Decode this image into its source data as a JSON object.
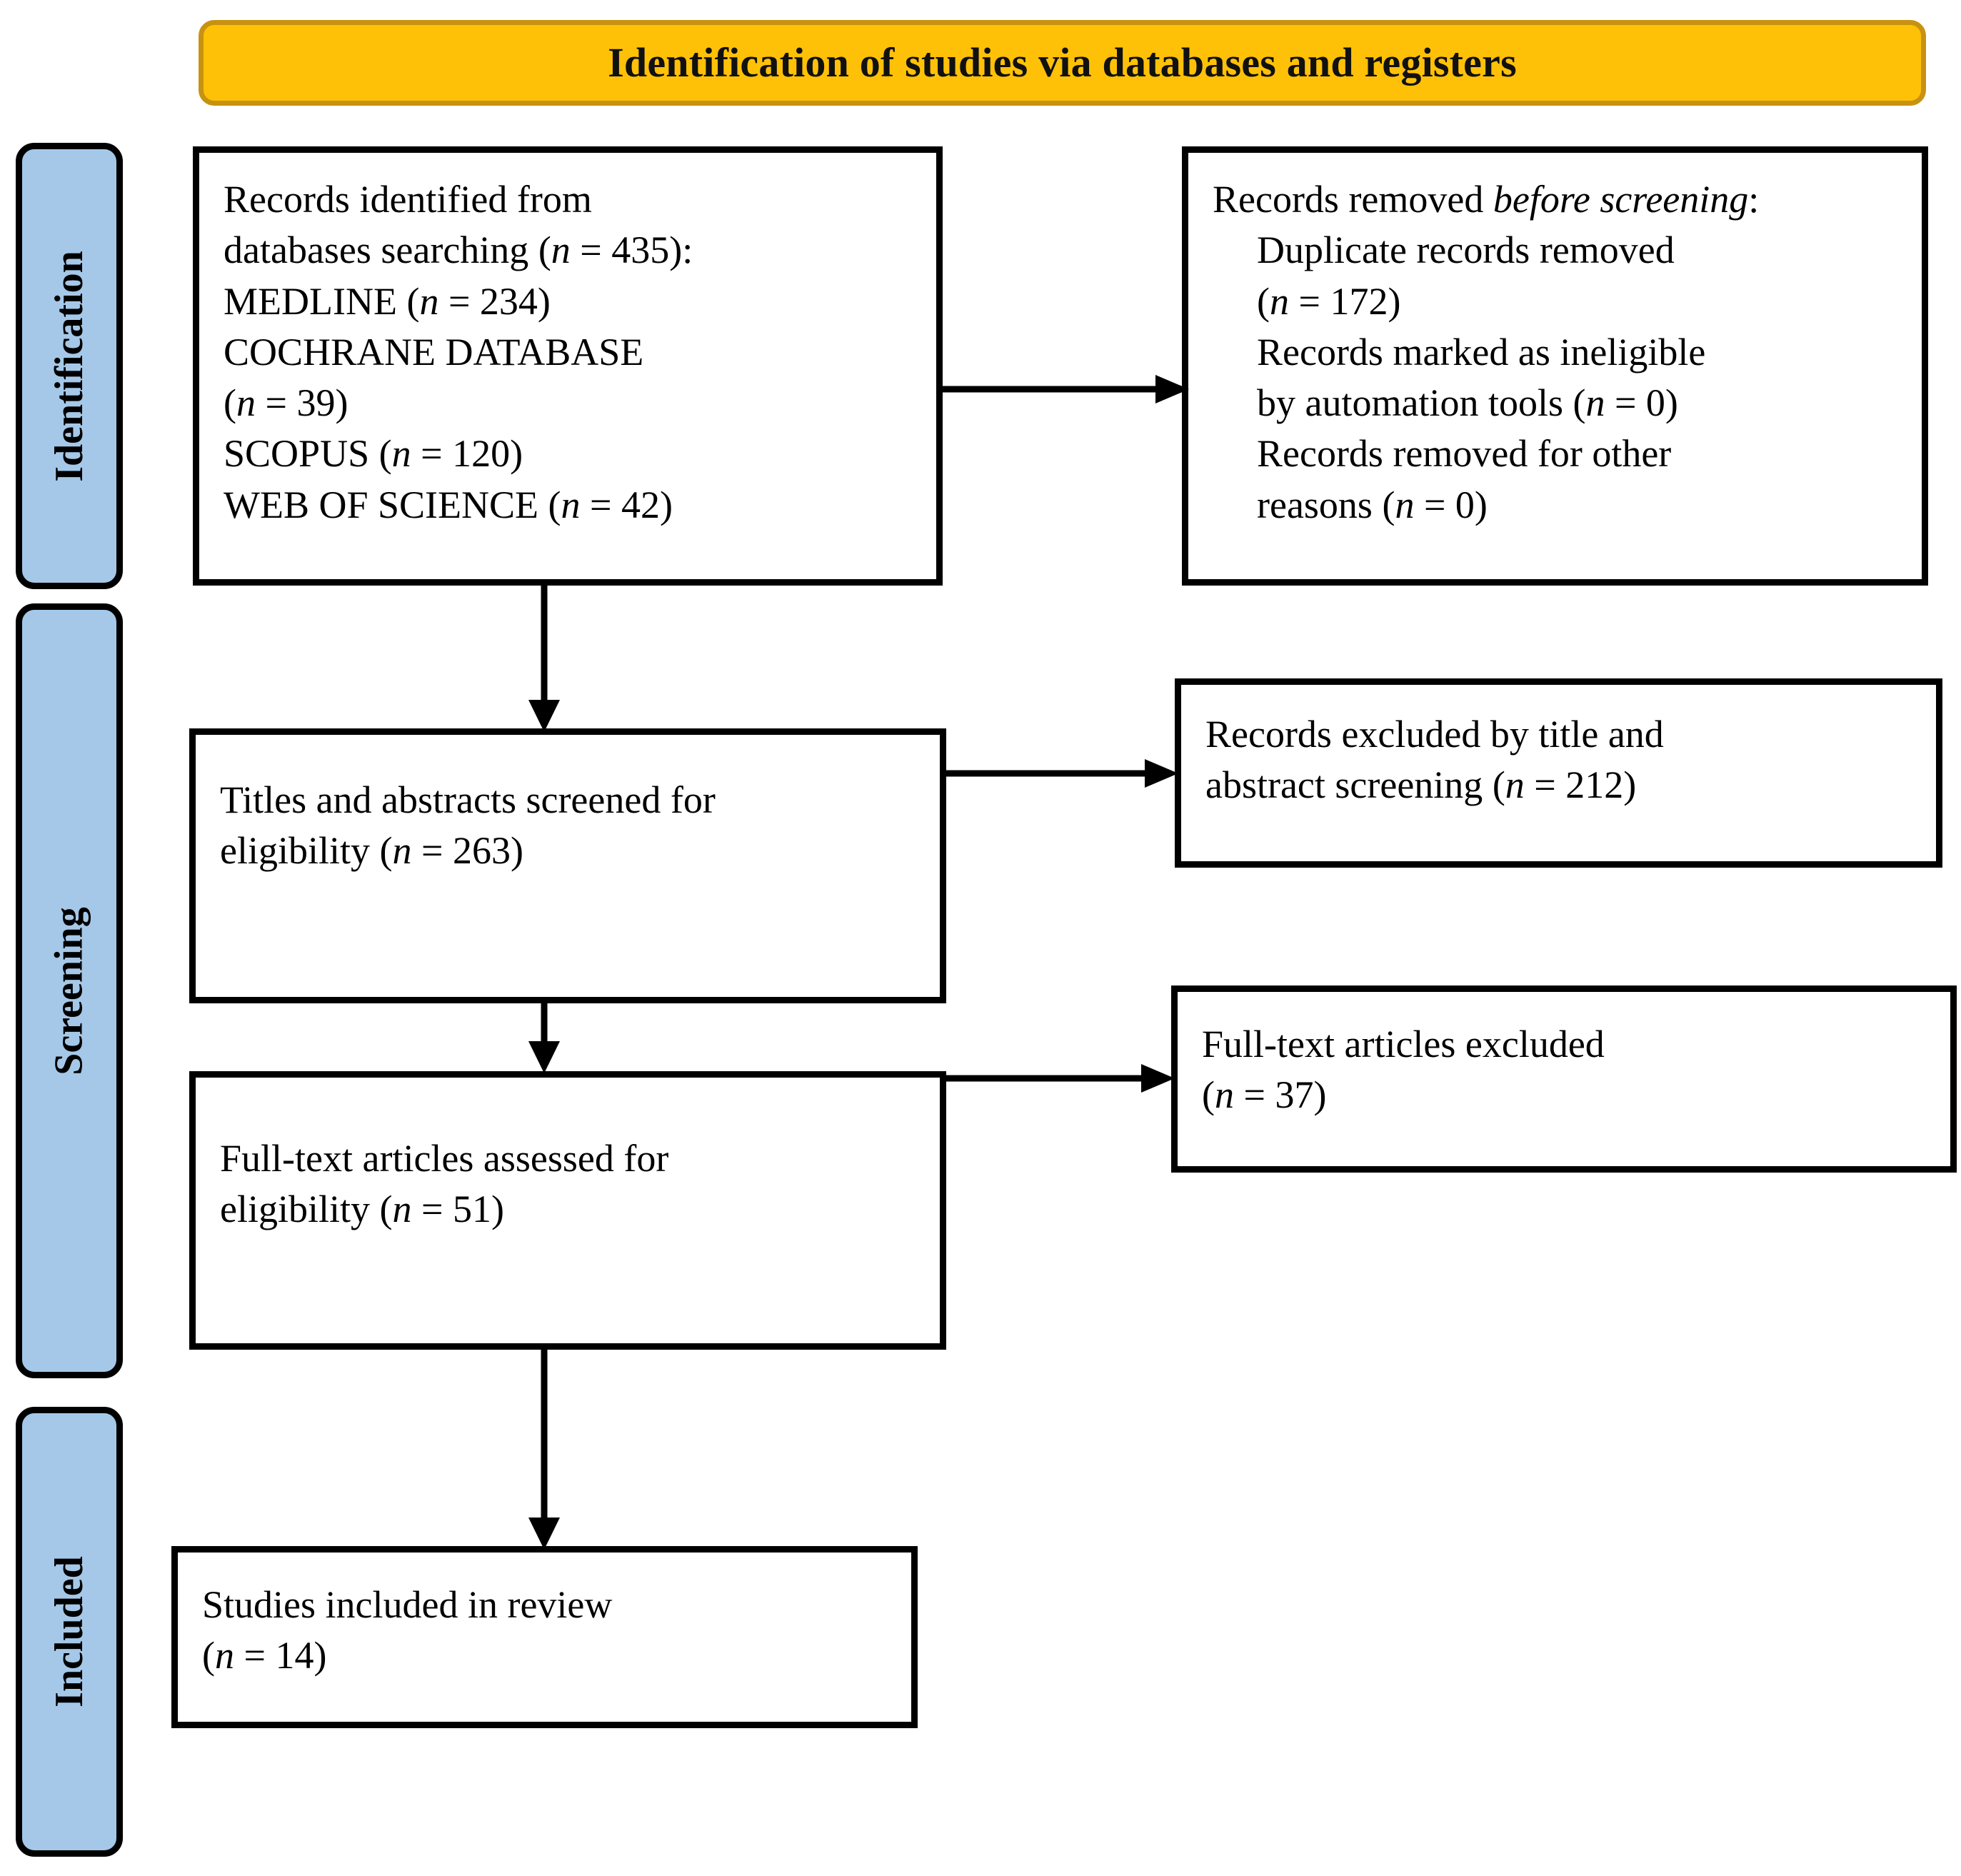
{
  "header": {
    "title": "Identification of studies via databases and registers",
    "fill_color": "#FFC107",
    "border_color": "#C89211"
  },
  "stages": [
    {
      "id": "identification",
      "label": "Identification",
      "fill_color": "#A5C8E8"
    },
    {
      "id": "screening",
      "label": "Screening",
      "fill_color": "#A5C8E8"
    },
    {
      "id": "included",
      "label": "Included",
      "fill_color": "#A5C8E8"
    }
  ],
  "boxes": {
    "records_identified": {
      "lines": [
        "Records identified from",
        "databases searching (n = 435):",
        "MEDLINE (n = 234)",
        "COCHRANE DATABASE",
        "(n = 39)",
        "SCOPUS (n = 120)",
        "WEB OF SCIENCE (n = 42)"
      ]
    },
    "records_removed": {
      "lines": [
        "Records removed before screening:",
        "Duplicate records removed",
        "(n = 172)",
        "Records marked as ineligible",
        "by automation tools (n = 0)",
        "Records removed for other",
        "reasons (n = 0)"
      ]
    },
    "titles_screened": {
      "lines": [
        "Titles and abstracts screened for",
        "eligibility (n = 263)"
      ]
    },
    "records_excluded": {
      "lines": [
        "Records excluded by title and",
        "abstract screening (n = 212)"
      ]
    },
    "fulltext_assessed": {
      "lines": [
        "Full-text articles assessed for",
        "eligibility (n = 51)"
      ]
    },
    "fulltext_excluded": {
      "lines": [
        "Full-text articles excluded",
        "(n = 37)"
      ]
    },
    "studies_included": {
      "lines": [
        "Studies included in review",
        "(n = 14)"
      ]
    }
  },
  "counts": {
    "databases_total": 435,
    "medline": 234,
    "cochrane_database": 39,
    "scopus": 120,
    "web_of_science": 42,
    "duplicates_removed": 172,
    "ineligible_by_automation": 0,
    "removed_other_reasons": 0,
    "titles_abstracts_screened": 263,
    "excluded_title_abstract": 212,
    "fulltext_assessed": 51,
    "fulltext_excluded": 37,
    "studies_included": 14
  },
  "connectors": [
    {
      "name": "identified-to-removed",
      "direction": "right"
    },
    {
      "name": "identified-to-screened",
      "direction": "down"
    },
    {
      "name": "screened-to-excluded",
      "direction": "right"
    },
    {
      "name": "screened-to-fulltext",
      "direction": "down"
    },
    {
      "name": "fulltext-to-excluded",
      "direction": "right"
    },
    {
      "name": "fulltext-to-included",
      "direction": "down"
    }
  ]
}
